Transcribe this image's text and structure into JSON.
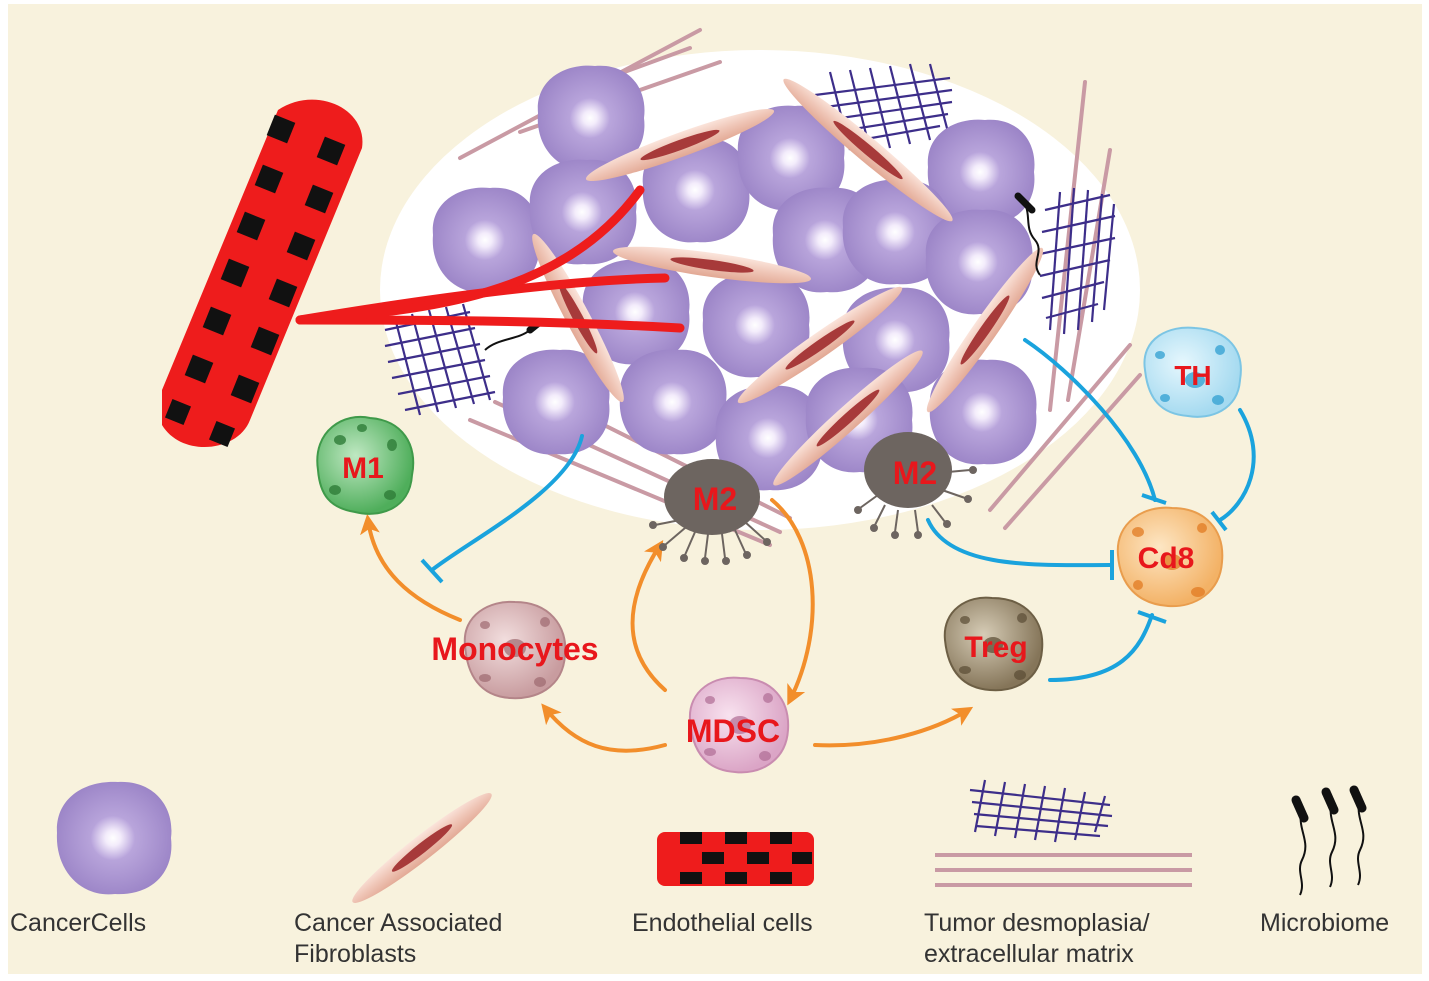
{
  "colors": {
    "background": "#f8f2dd",
    "tumor_region": "#ffffff",
    "cancer_cell": "#a48bcc",
    "cancer_nucleus": "#ece2f8",
    "caf_body": "#efc8bb",
    "caf_nucleus": "#a73a3a",
    "endothelial_red": "#ee1c1c",
    "endothelial_black": "#111111",
    "matrix_mesh": "#3d2e8a",
    "matrix_lines": "#c99aa4",
    "inhibition": "#1aa3dd",
    "activation": "#f28e2b",
    "label_red": "#e8171c",
    "m1_cell": "#55b660",
    "m2_cell": "#6d6560",
    "th_cell": "#aee0f3",
    "cd8_cell": "#f6bb72",
    "treg_cell": "#8e7f66",
    "monocyte_cell": "#cfa8a8",
    "mdsc_cell": "#e5b5d2"
  },
  "cells": {
    "m1": "M1",
    "m2_left": "M2",
    "m2_right": "M2",
    "th": "TH",
    "cd8": "Cd8",
    "treg": "Treg",
    "monocytes": "Monocytes",
    "mdsc": "MDSC"
  },
  "legend": {
    "cancer_cells": "CancerCells",
    "caf_line1": "Cancer Associated",
    "caf_line2": "Fibroblasts",
    "endothelial": "Endothelial cells",
    "matrix_line1": "Tumor desmoplasia/",
    "matrix_line2": "extracellular matrix",
    "microbiome": "Microbiome"
  }
}
